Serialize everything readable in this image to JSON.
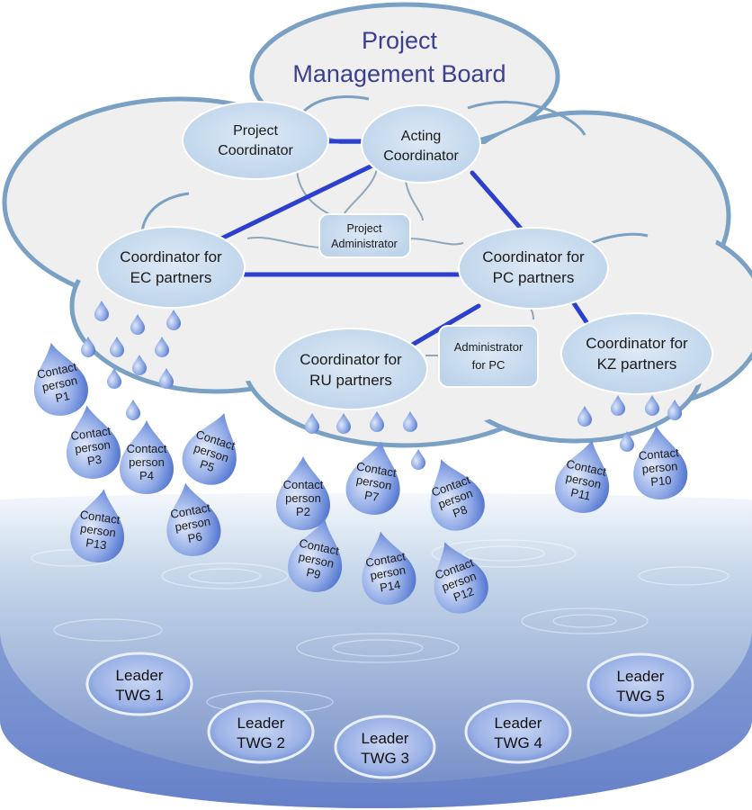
{
  "title": {
    "line1": "Project",
    "line2": "Management Board"
  },
  "nodes": {
    "project_coordinator": [
      "Project",
      "Coordinator"
    ],
    "acting_coordinator": [
      "Acting",
      "Coordinator"
    ],
    "project_administrator": [
      "Project",
      "Administrator"
    ],
    "coord_ec": [
      "Coordinator for",
      "EC partners"
    ],
    "coord_pc": [
      "Coordinator for",
      "PC partners"
    ],
    "coord_ru": [
      "Coordinator for",
      "RU partners"
    ],
    "admin_pc": [
      "Administrator",
      "for PC"
    ],
    "coord_kz": [
      "Coordinator for",
      "KZ partners"
    ]
  },
  "contacts": {
    "label1": "Contact",
    "label2": "person",
    "items": [
      "P1",
      "P3",
      "P4",
      "P5",
      "P13",
      "P6",
      "P2",
      "P7",
      "P8",
      "P9",
      "P14",
      "P12",
      "P11",
      "P10"
    ]
  },
  "leaders": [
    [
      "Leader",
      "TWG 1"
    ],
    [
      "Leader",
      "TWG 2"
    ],
    [
      "Leader",
      "TWG 3"
    ],
    [
      "Leader",
      "TWG 4"
    ],
    [
      "Leader",
      "TWG 5"
    ]
  ],
  "colors": {
    "strong_link": "#2c3fcf",
    "weak_link": "#8fa7b8",
    "cloud_fill": "#efefef",
    "cloud_stroke": "#7aa0c4",
    "node_fill": "#c9dcef",
    "water_top": "#e6eef7",
    "water_bottom": "#7d94c8",
    "drop": "#5a7fd0"
  }
}
